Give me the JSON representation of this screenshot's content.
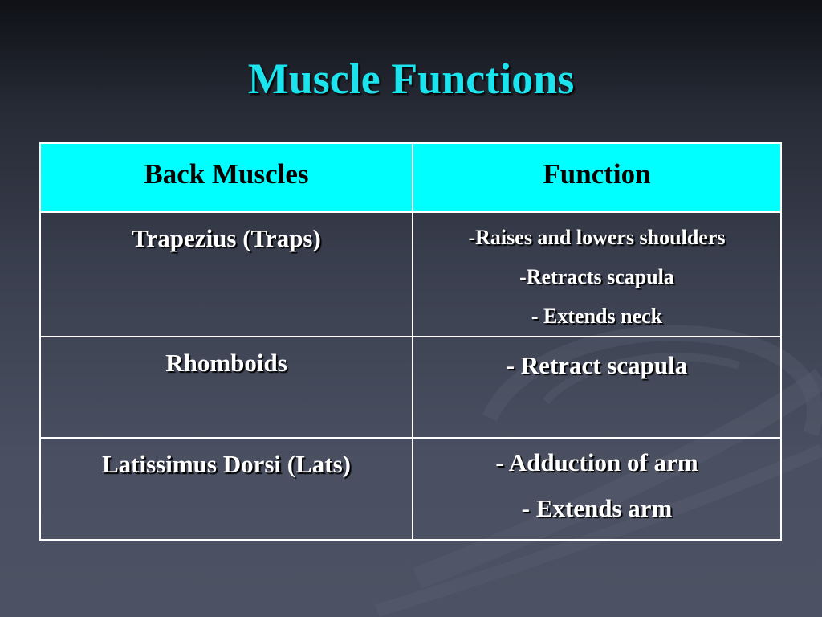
{
  "slide": {
    "title": "Muscle Functions"
  },
  "table": {
    "headers": [
      "Back Muscles",
      "Function"
    ],
    "rows": [
      {
        "muscle": "Trapezius (Traps)",
        "functions": [
          "-Raises and lowers shoulders",
          "-Retracts scapula",
          "- Extends neck"
        ]
      },
      {
        "muscle": "Rhomboids",
        "functions": [
          "- Retract scapula"
        ]
      },
      {
        "muscle": "Latissimus Dorsi (Lats)",
        "functions": [
          "- Adduction of arm",
          "- Extends arm"
        ]
      }
    ]
  },
  "colors": {
    "title": "#1ce4ef",
    "header_bg": "#00ffff",
    "background": "#3b4050",
    "border": "#ffffff"
  }
}
